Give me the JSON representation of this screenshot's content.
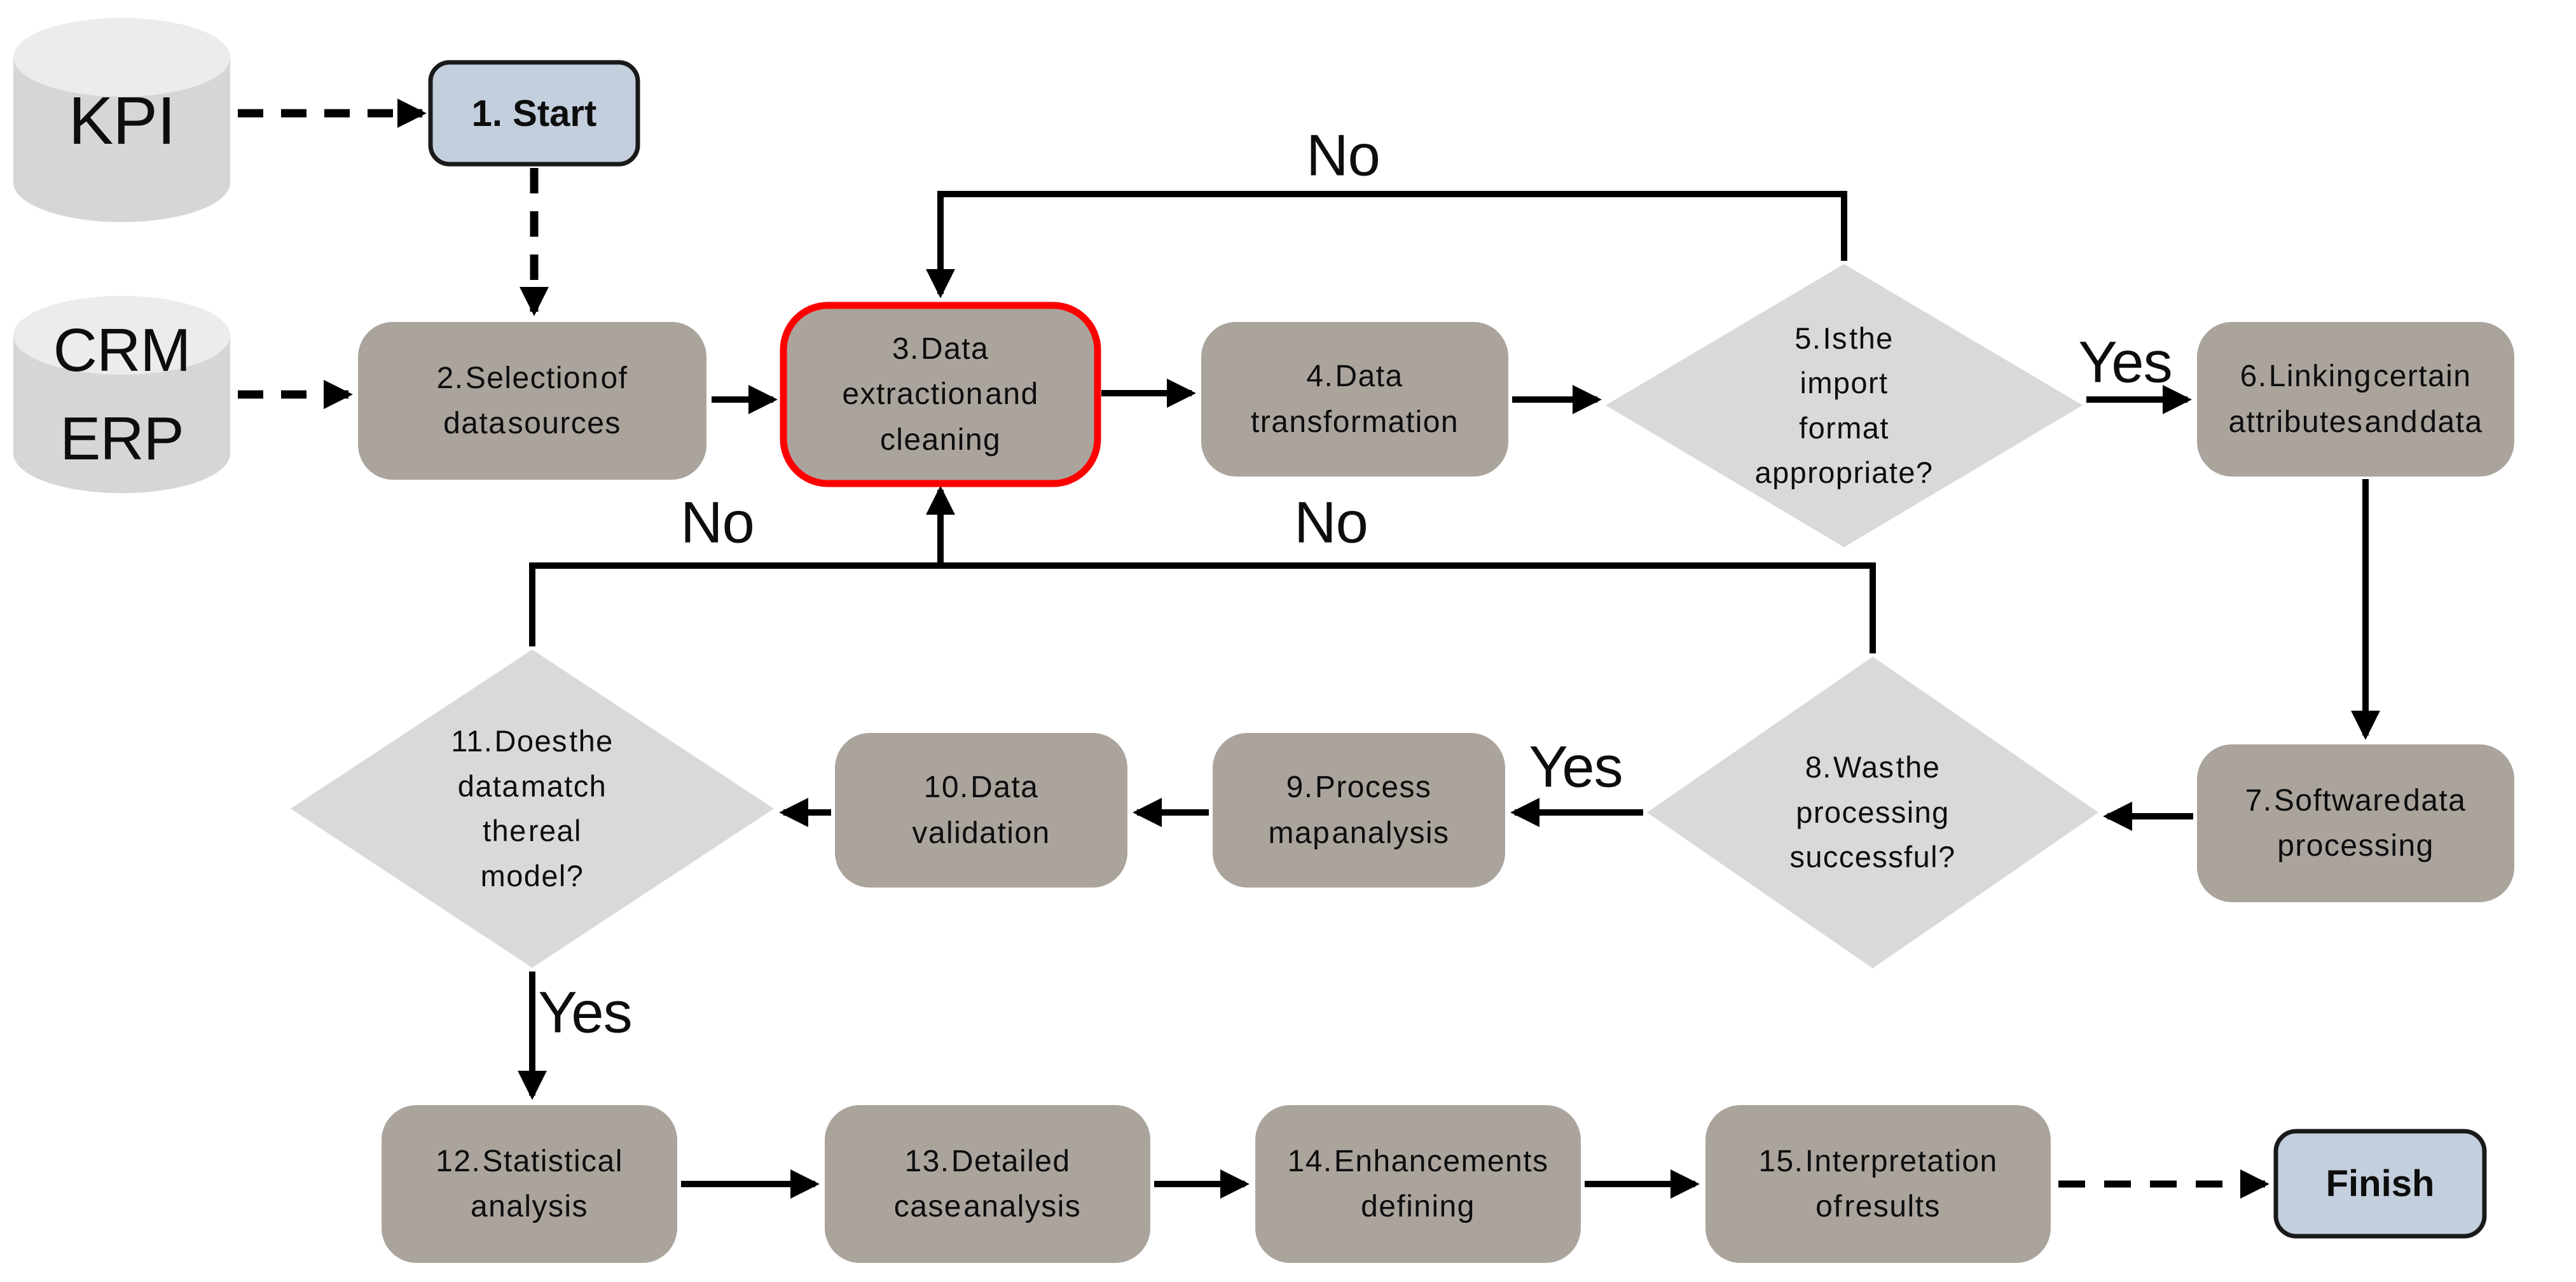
{
  "diagram": {
    "type": "flowchart",
    "title": "Data processing workflow flowchart",
    "nodes": {
      "kpi": {
        "label": "KPI",
        "type": "datastore"
      },
      "crm": {
        "label": "CRM\nERP",
        "type": "datastore"
      },
      "start": {
        "label": "1. Start",
        "type": "terminal"
      },
      "s2": {
        "label": "2. Selection of\ndata sources",
        "type": "process"
      },
      "s3": {
        "label": "3. Data\nextraction and\ncleaning",
        "type": "process",
        "highlighted": true
      },
      "s4": {
        "label": "4. Data\ntransformation",
        "type": "process"
      },
      "d5": {
        "label": "5. Is the\nimport\nformat\nappropriate?",
        "type": "decision"
      },
      "s6": {
        "label": "6. Linking certain\nattributes and data",
        "type": "process"
      },
      "s7": {
        "label": "7. Software data\nprocessing",
        "type": "process"
      },
      "d8": {
        "label": "8. Was the\nprocessing\nsuccessful?",
        "type": "decision"
      },
      "s9": {
        "label": "9. Process\nmap analysis",
        "type": "process"
      },
      "s10": {
        "label": "10. Data\nvalidation",
        "type": "process"
      },
      "d11": {
        "label": "11. Does the\ndata match\nthe real\nmodel?",
        "type": "decision"
      },
      "s12": {
        "label": "12. Statistical\nanalysis",
        "type": "process"
      },
      "s13": {
        "label": "13. Detailed\ncase analysis",
        "type": "process"
      },
      "s14": {
        "label": "14. Enhancements\ndefining",
        "type": "process"
      },
      "s15": {
        "label": "15. Interpretation\nof results",
        "type": "process"
      },
      "finish": {
        "label": "Finish",
        "type": "terminal"
      }
    },
    "edge_labels": {
      "no_top": "No",
      "yes_5": "Yes",
      "no_11": "No",
      "no_8": "No",
      "yes_8": "Yes",
      "yes_11": "Yes"
    },
    "edges": [
      {
        "from": "kpi",
        "to": "start",
        "style": "dashed",
        "label": ""
      },
      {
        "from": "start",
        "to": "s2",
        "style": "dashed",
        "label": ""
      },
      {
        "from": "crm",
        "to": "s2",
        "style": "dashed",
        "label": ""
      },
      {
        "from": "s2",
        "to": "s3",
        "style": "solid",
        "label": ""
      },
      {
        "from": "s3",
        "to": "s4",
        "style": "solid",
        "label": ""
      },
      {
        "from": "s4",
        "to": "d5",
        "style": "solid",
        "label": ""
      },
      {
        "from": "d5",
        "to": "s6",
        "style": "solid",
        "label": "Yes"
      },
      {
        "from": "d5",
        "to": "s3",
        "style": "solid",
        "label": "No"
      },
      {
        "from": "s6",
        "to": "s7",
        "style": "solid",
        "label": ""
      },
      {
        "from": "s7",
        "to": "d8",
        "style": "solid",
        "label": ""
      },
      {
        "from": "d8",
        "to": "s9",
        "style": "solid",
        "label": "Yes"
      },
      {
        "from": "d8",
        "to": "s3",
        "style": "solid",
        "label": "No"
      },
      {
        "from": "s9",
        "to": "s10",
        "style": "solid",
        "label": ""
      },
      {
        "from": "s10",
        "to": "d11",
        "style": "solid",
        "label": ""
      },
      {
        "from": "d11",
        "to": "s12",
        "style": "solid",
        "label": "Yes"
      },
      {
        "from": "d11",
        "to": "s3",
        "style": "solid",
        "label": "No"
      },
      {
        "from": "s12",
        "to": "s13",
        "style": "solid",
        "label": ""
      },
      {
        "from": "s13",
        "to": "s14",
        "style": "solid",
        "label": ""
      },
      {
        "from": "s14",
        "to": "s15",
        "style": "solid",
        "label": ""
      },
      {
        "from": "s15",
        "to": "finish",
        "style": "dashed",
        "label": ""
      }
    ],
    "colors": {
      "process": "#aba49d",
      "decision": "#d9d9d9",
      "terminal_fill": "#c3cfdc",
      "terminal_border": "#1a1a1a",
      "highlight_border": "#ff0000",
      "datastore_body": "#d6d6d6",
      "datastore_top": "#ececec",
      "connector": "#000000",
      "text": "#0d0d0d"
    }
  }
}
